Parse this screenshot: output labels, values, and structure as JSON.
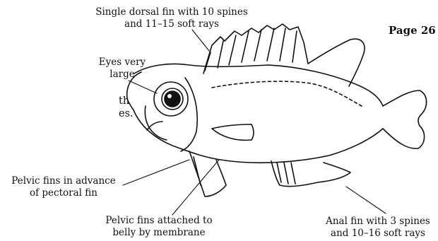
{
  "page_label": "Page 26",
  "left_fragment": [
    "th",
    "es."
  ],
  "labels": {
    "dorsal": [
      "Single dorsal fin with 10 spines",
      "and 11–15 soft rays"
    ],
    "eyes": [
      "Eyes very",
      "large"
    ],
    "pelvic_advance": [
      "Pelvic fins in advance",
      "of pectoral fin"
    ],
    "pelvic_attached": [
      "Pelvic fins attached to",
      "belly by membrane"
    ],
    "anal": [
      "Anal fin with 3 spines",
      "and 10–16 soft rays"
    ]
  }
}
